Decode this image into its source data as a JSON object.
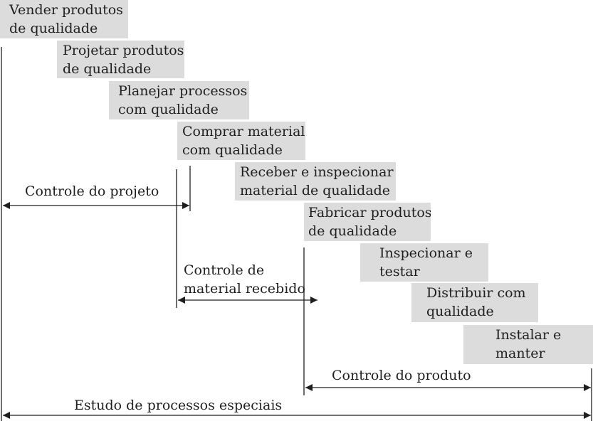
{
  "steps": [
    {
      "line1": "Vender produtos",
      "line2": "de qualidade"
    },
    {
      "line1": "Projetar produtos",
      "line2": "de qualidade"
    },
    {
      "line1": "Planejar processos",
      "line2": "com qualidade"
    },
    {
      "line1": "Comprar material",
      "line2": "com qualidade"
    },
    {
      "line1": "Receber e inspecionar",
      "line2": "material de qualidade"
    },
    {
      "line1": "Fabricar produtos",
      "line2": "de qualidade"
    },
    {
      "line1": "Inspecionar e",
      "line2": "testar"
    },
    {
      "line1": "Distribuir com",
      "line2": "qualidade"
    },
    {
      "line1": "Instalar e",
      "line2": "manter"
    }
  ],
  "spans": {
    "project_control": "Controle do projeto",
    "material_control_line1": "Controle de",
    "material_control_line2": "material recebido",
    "product_control": "Controle do produto",
    "special_processes": "Estudo de processos especiais"
  },
  "colors": {
    "box_fill": "#dcdcdc",
    "line": "#1f1f1f"
  }
}
